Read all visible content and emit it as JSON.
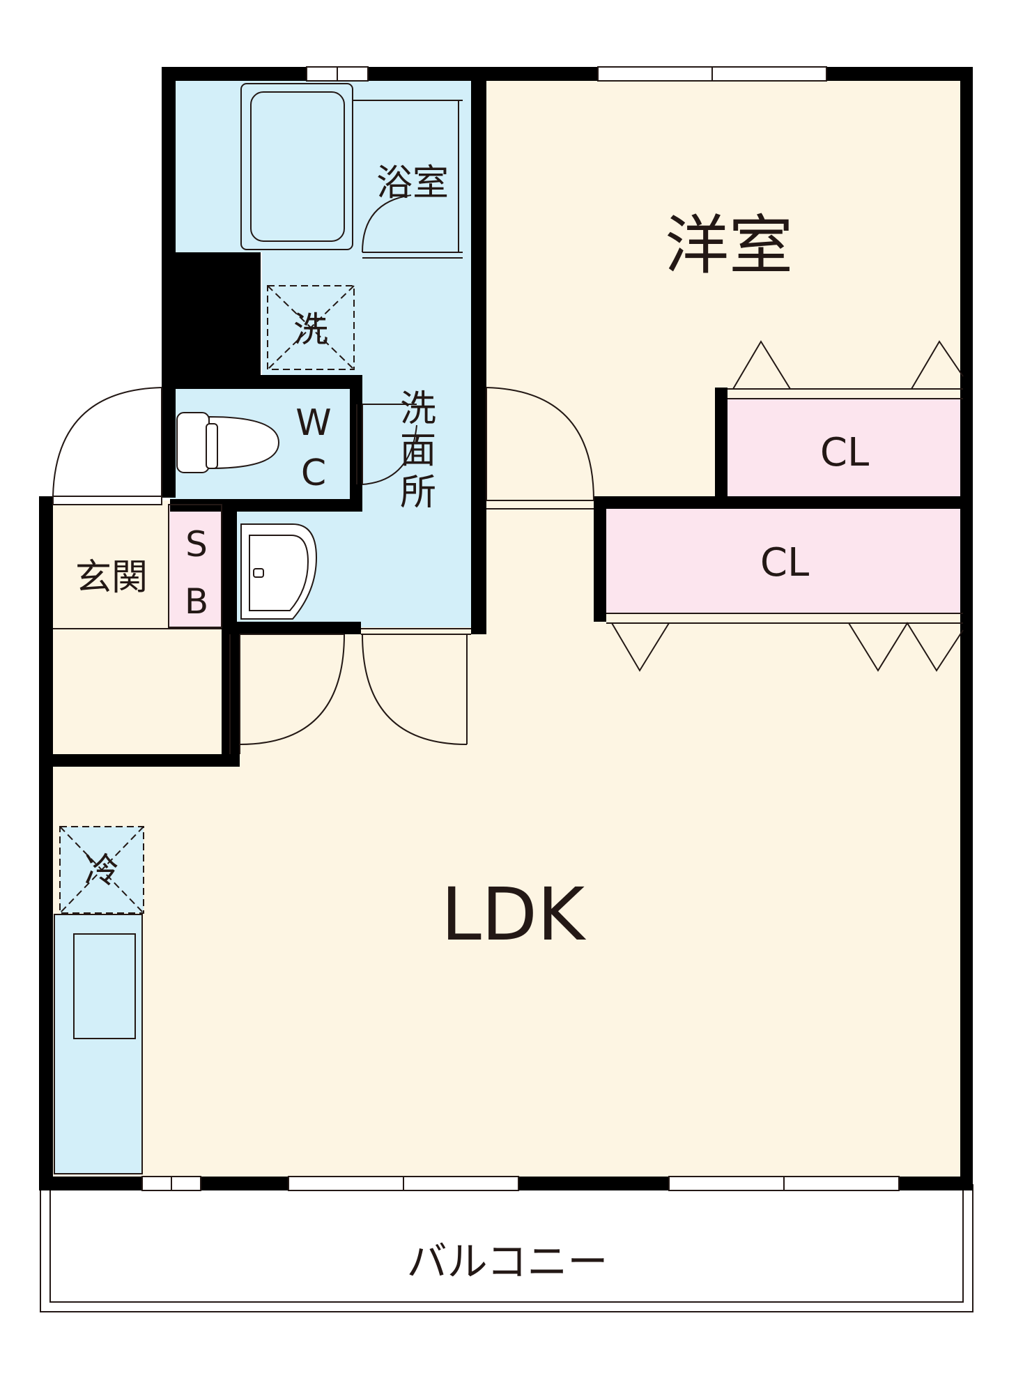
{
  "rooms": {
    "western_room": "洋室",
    "ldk": "LDK",
    "bathroom": "浴室",
    "washer": "洗",
    "toilet_line1": "W",
    "toilet_line2": "C",
    "washroom_line1": "洗",
    "washroom_line2": "面",
    "washroom_line3": "所",
    "entrance": "玄関",
    "shoebox_line1": "S",
    "shoebox_line2": "B",
    "closet_upper": "CL",
    "closet_lower": "CL",
    "fridge": "冷",
    "balcony": "バルコニー"
  },
  "colors": {
    "living_floor": "#fdf5e3",
    "wet_area": "#d3eff9",
    "closet": "#fce5ee",
    "wall": "#000000"
  }
}
